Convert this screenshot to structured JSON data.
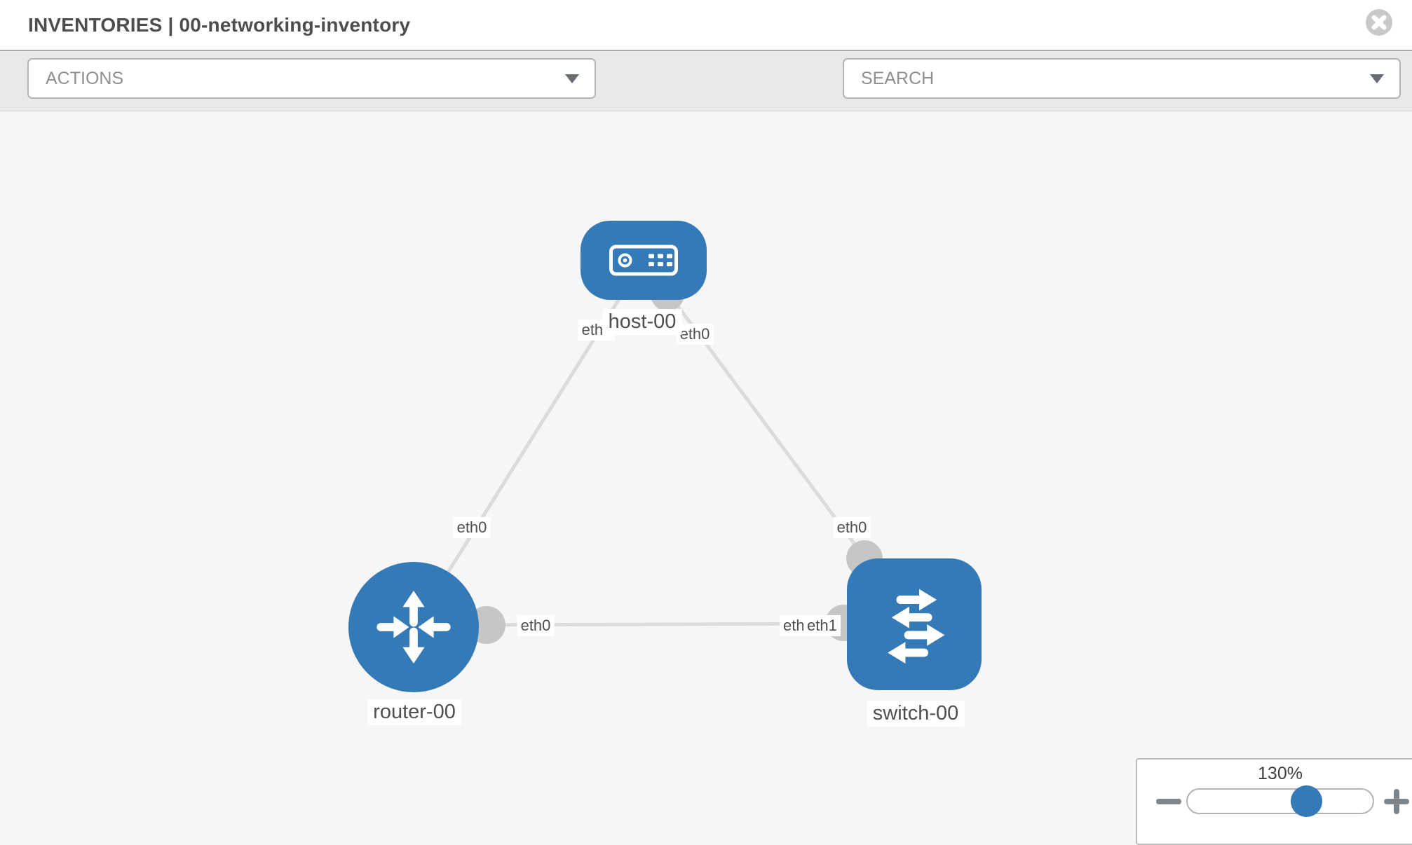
{
  "header": {
    "title": "INVENTORIES | 00-networking-inventory"
  },
  "toolbar": {
    "actions_label": "ACTIONS",
    "search_placeholder": "SEARCH"
  },
  "icons": {
    "close": "circle-x-icon",
    "tools": [
      "wrench-icon",
      "key-icon"
    ],
    "dropdowns": "caret-down-icon",
    "zoom_buttons": [
      "minus-icon",
      "plus-icon"
    ]
  },
  "topology": {
    "nodes": [
      {
        "id": "host-00",
        "type": "host",
        "label": "host-00"
      },
      {
        "id": "router-00",
        "type": "router",
        "label": "router-00"
      },
      {
        "id": "switch-00",
        "type": "switch",
        "label": "switch-00"
      }
    ],
    "links": [
      {
        "from": "host-00",
        "to": "router-00",
        "from_interface": "eth0",
        "to_interface": "eth0"
      },
      {
        "from": "host-00",
        "to": "switch-00",
        "from_interface": "eth0",
        "to_interface": "eth0"
      },
      {
        "from": "router-00",
        "to": "switch-00",
        "from_interface": "eth0",
        "to_interface": "eth1"
      }
    ],
    "interface_labels": [
      {
        "text": "eth0"
      },
      {
        "text": "eth0"
      },
      {
        "text": "eth0"
      },
      {
        "text": "eth0"
      },
      {
        "text": "eth0"
      },
      {
        "text": "eth0"
      },
      {
        "text": "eth1"
      }
    ]
  },
  "zoom_control": {
    "level": "130%"
  },
  "colors": {
    "node_blue": "#337ab7",
    "link_gray": "#dbdbdb",
    "connector_gray": "#c6c6c6",
    "canvas_bg": "#f6f6f6",
    "toolbar_bg": "#e9e9e9",
    "label_text": "#4f4f4f"
  }
}
